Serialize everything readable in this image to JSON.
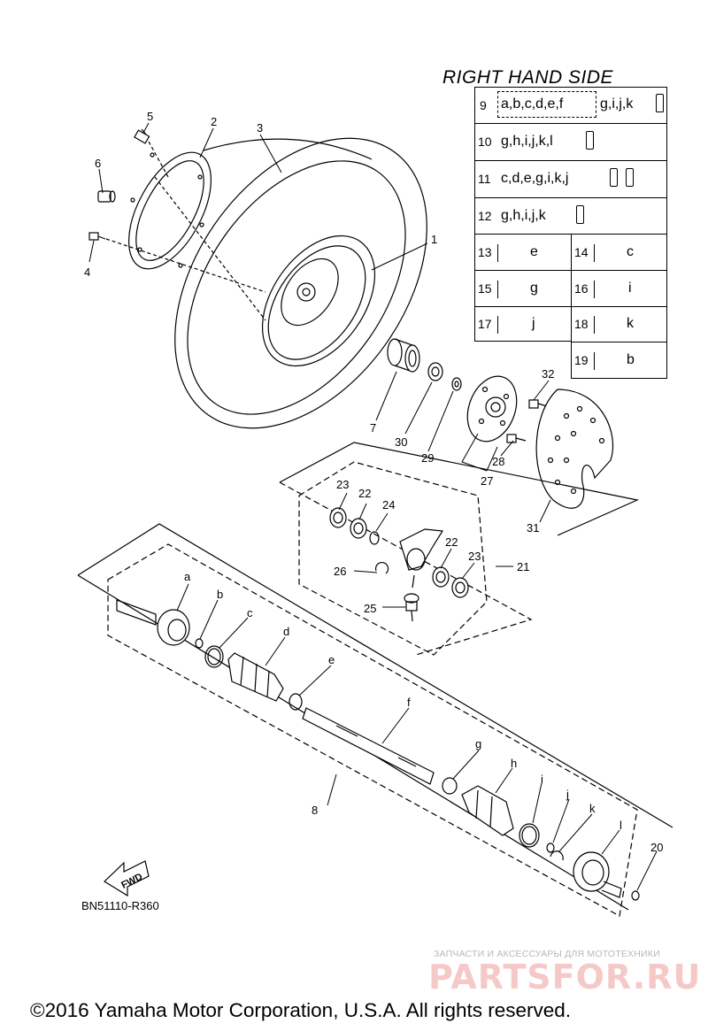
{
  "table": {
    "title": "RIGHT HAND SIDE",
    "rows": [
      {
        "num": "9",
        "text": "a,b,c,d,e,f",
        "text2": "g,i,j,k"
      },
      {
        "num": "10",
        "text": "g,h,i,j,k,l"
      },
      {
        "num": "11",
        "text": "c,d,e,g,i,k,j"
      },
      {
        "num": "12",
        "text": "g,h,i,j,k"
      }
    ],
    "pairs": [
      {
        "n1": "13",
        "v1": "e",
        "n2": "14",
        "v2": "c"
      },
      {
        "n1": "15",
        "v1": "g",
        "n2": "16",
        "v2": "i"
      },
      {
        "n1": "17",
        "v1": "j",
        "n2": "18",
        "v2": "k"
      },
      {
        "n2": "19",
        "v2": "b"
      }
    ]
  },
  "callouts": {
    "n1": "1",
    "n2": "2",
    "n3": "3",
    "n4": "4",
    "n5": "5",
    "n6": "6",
    "n7": "7",
    "n8": "8",
    "n20": "20",
    "n21": "21",
    "n22a": "22",
    "n22b": "22",
    "n23a": "23",
    "n23b": "23",
    "n24": "24",
    "n25": "25",
    "n26": "26",
    "n27": "27",
    "n28": "28",
    "n29": "29",
    "n30": "30",
    "n31": "31",
    "n32": "32",
    "a": "a",
    "b": "b",
    "c": "c",
    "d": "d",
    "e": "e",
    "f": "f",
    "g": "g",
    "h": "h",
    "i": "i",
    "j": "j",
    "k": "k",
    "l": "l"
  },
  "fwd_label": "FWD",
  "drawing_code": "BN51110-R360",
  "watermark": {
    "line1": "ЗАПЧАСТИ И АКСЕССУАРЫ ДЛЯ МОТОТЕХНИКИ",
    "line2": "PARTSFOR.RU"
  },
  "copyright": "©2016 Yamaha Motor Corporation, U.S.A. All rights reserved.",
  "icons": [
    "grease-tube-icon",
    "fwd-arrow-icon"
  ]
}
